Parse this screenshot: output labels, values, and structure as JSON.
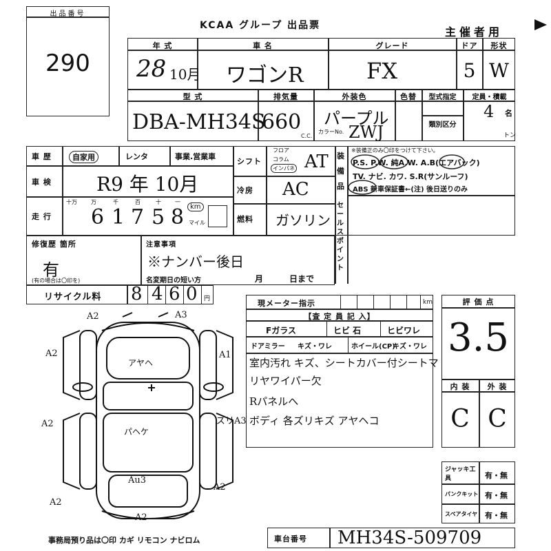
{
  "lot": {
    "label": "出品番号",
    "number": "290"
  },
  "header": {
    "group": "KCAA グループ 出品票",
    "organizer": "主催者用"
  },
  "row1": {
    "year_label": "年 式",
    "name_label": "車 名",
    "grade_label": "グレード",
    "door_label": "ドア",
    "shape_label": "形状",
    "year": "28",
    "month": "10月",
    "name": "ワゴンR",
    "grade": "FX",
    "doors": "5",
    "shape": "W"
  },
  "row2": {
    "model_label": "型 式",
    "displacement_label": "排気量",
    "color_label": "外装色",
    "color_change_label": "色替",
    "type_label": "型式指定",
    "capacity_label": "定員・積載",
    "category_label": "類別区分",
    "ton_label": "トン",
    "name_unit": "名",
    "model": "DBA-MH34S",
    "displacement": "660",
    "cc": "C.C.",
    "color": "パープル",
    "color_no_label": "カラーNo.",
    "color_no": "ZWJ",
    "capacity": "4"
  },
  "history": {
    "label": "車 歴",
    "options": [
      "自家用",
      "レンタ",
      "事業.営業車"
    ],
    "inspection_label": "車 検",
    "inspection": "R9 年 10月",
    "mileage_label": "走 行",
    "digit_labels": [
      "十万",
      "万",
      "千",
      "百",
      "十",
      "一"
    ],
    "mileage_digits": [
      "6",
      "1",
      "7",
      "5",
      "8"
    ],
    "km": "km",
    "mile": "マイル"
  },
  "spec": {
    "shift_label": "シフト",
    "shift_options": [
      "フロア",
      "コラム",
      "インパネ"
    ],
    "shift": "AT",
    "ac_label": "冷房",
    "ac": "AC",
    "fuel_label": "燃料",
    "fuel": "ガソリン"
  },
  "equipment": {
    "label": "装備品",
    "note": "※装備正のみ〇印をつけて下さい。",
    "line1": "P.S. P.W. 純A.W. A.B(エアバック)",
    "line2": "TV. ナビ. カワ. S.R(サンルーフ)",
    "line3": "ABS 新車保証書←(注) 後日送りのみ",
    "sales_point": "セールスポイント"
  },
  "repair": {
    "label": "修復歴 箇所",
    "value": "有",
    "note": "(有の場合は〇印を)"
  },
  "notes": {
    "label": "注意事項",
    "value": "※ナンバー後日",
    "name_change": "名変期日の短い方",
    "month": "月",
    "day": "日まで"
  },
  "recycle": {
    "label": "リサイクル料",
    "digits": [
      "8",
      "4",
      "6",
      "0"
    ],
    "unit": "円"
  },
  "meter": {
    "label": "現メーター指示",
    "unit": "km"
  },
  "inspector": {
    "label": "【査 定 員 記 入】",
    "glass": "Fガラス",
    "chip": "ヒビ 石",
    "crack": "ヒビワレ",
    "mirror": "ドアミラー",
    "mirror_opt": "キズ・ワレ",
    "wheel": "ホイール(CP)",
    "wheel_opt": "キズ・ワレ",
    "lines": [
      "室内汚れ キズ、シートカバー付シートマ",
      "リヤワイパー欠",
      "Rパネルへ",
      "ボディ 各ズリキズ アヤヘコ"
    ]
  },
  "score": {
    "label": "評 価 点",
    "value": "3.5",
    "interior_label": "内 装",
    "exterior_label": "外 装",
    "interior": "C",
    "exterior": "C"
  },
  "tools": {
    "jack_label": "ジャッキ工具",
    "puncture_label": "パンクキット",
    "spare_label": "スペアタイヤ",
    "opt": "有・無"
  },
  "footer": {
    "office": "事務局預り品は〇印 カギ リモコン ナビロム",
    "chassis_label": "車台番号",
    "chassis": "MH34S-509709"
  },
  "diagram": {
    "marks": [
      "A2",
      "A3",
      "A2",
      "A1",
      "アヤヘ",
      "A2",
      "ズリA3",
      "パヘケ",
      "Au3",
      "A2",
      "A2",
      "A2"
    ]
  }
}
